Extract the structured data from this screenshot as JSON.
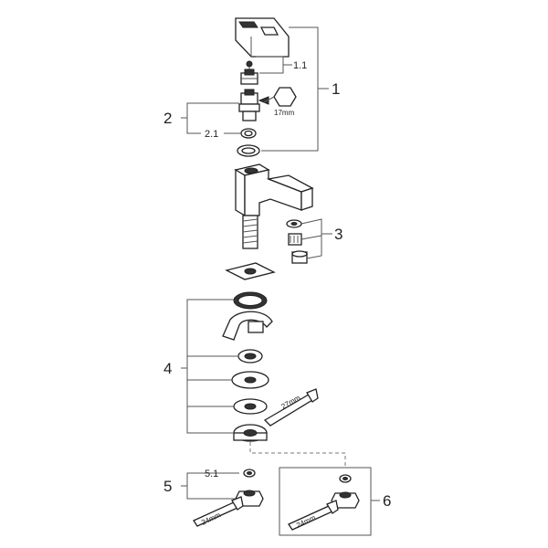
{
  "callouts": {
    "c1": "1",
    "c1_1": "1.1",
    "c2": "2",
    "c2_1": "2.1",
    "c3": "3",
    "c4": "4",
    "c5": "5",
    "c5_1": "5.1",
    "c6": "6"
  },
  "dimensions": {
    "hex_17": "17mm",
    "wrench_27": "27mm",
    "wrench_24_left": "24mm",
    "wrench_24_right": "24mm"
  },
  "icons": [
    "hex-nut-icon",
    "wrench-icon"
  ]
}
